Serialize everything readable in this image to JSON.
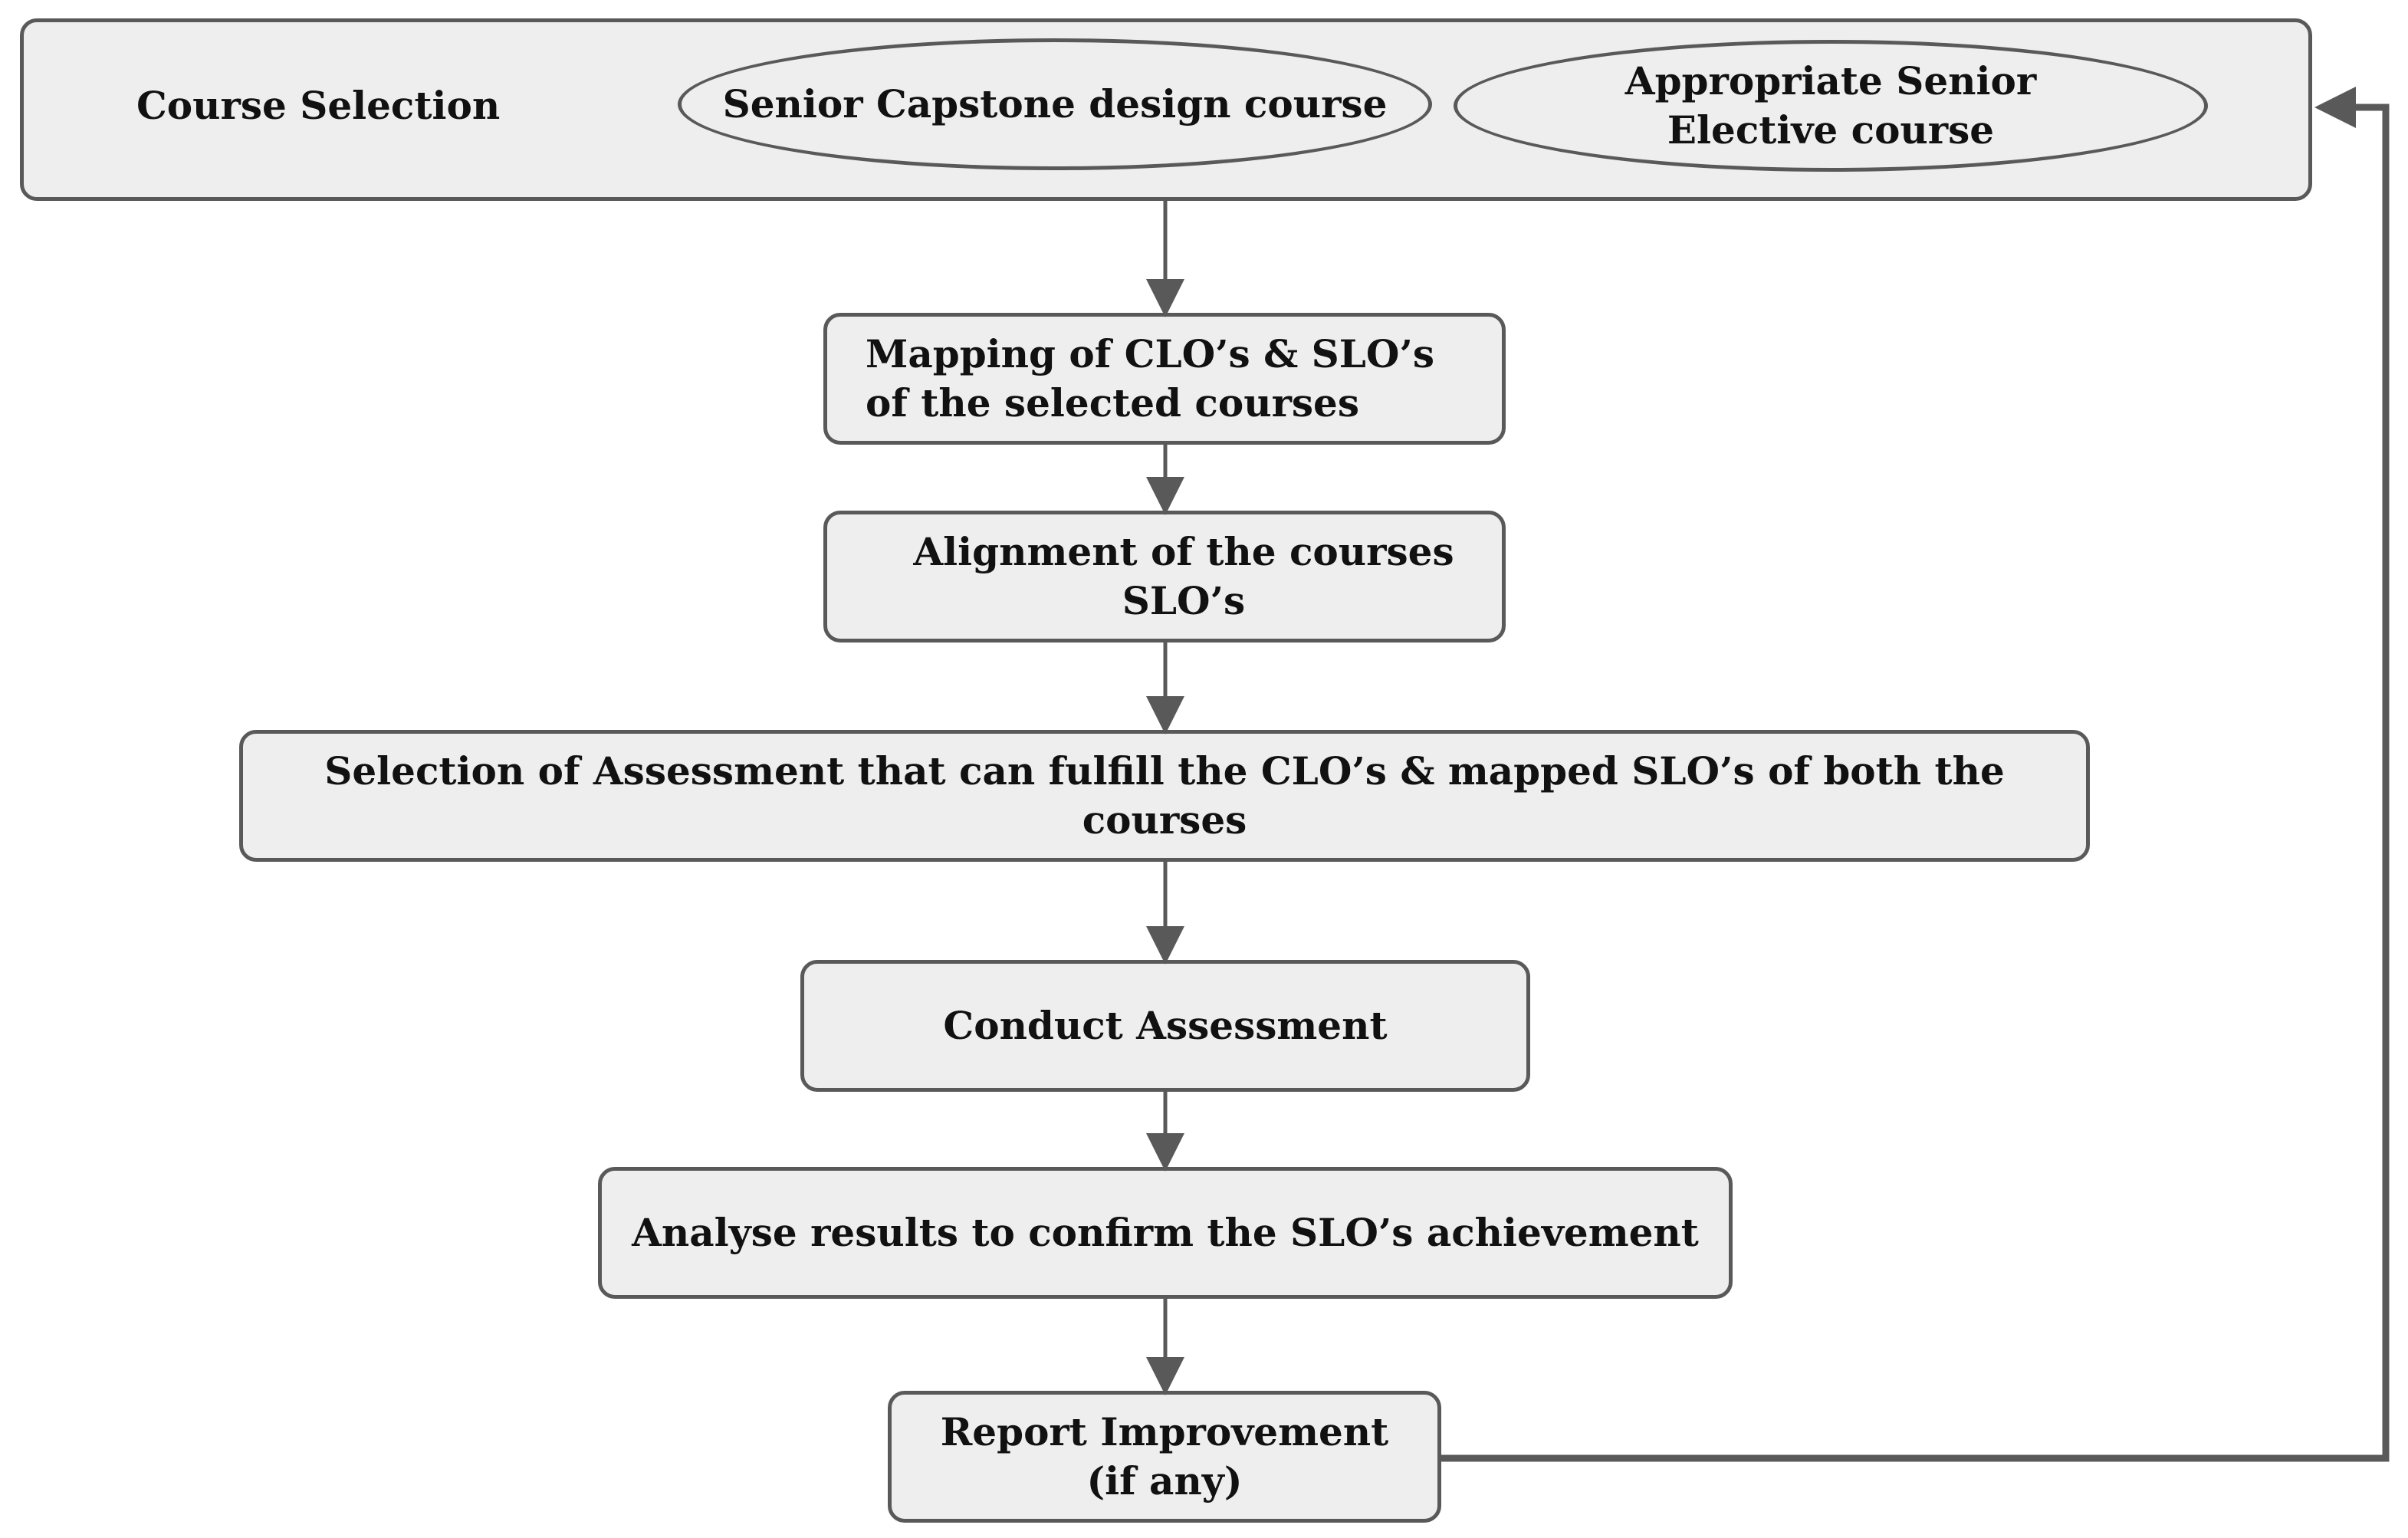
{
  "course_selection": {
    "title": "Course Selection",
    "option_1": "Senior Capstone design course",
    "option_2": "Appropriate Senior Elective course"
  },
  "steps": {
    "mapping": "Mapping of CLO’s & SLO’s of the selected courses",
    "alignment": "Alignment of the courses SLO’s",
    "assessment_selection": "Selection of Assessment that can fulfill the CLO’s & mapped SLO’s of both the courses",
    "conduct": "Conduct Assessment",
    "analyse": "Analyse results to confirm the SLO’s achievement",
    "report": "Report Improvement (if any)"
  },
  "colors": {
    "box_fill": "#eeeeee",
    "border": "#595959",
    "text": "#111111"
  }
}
